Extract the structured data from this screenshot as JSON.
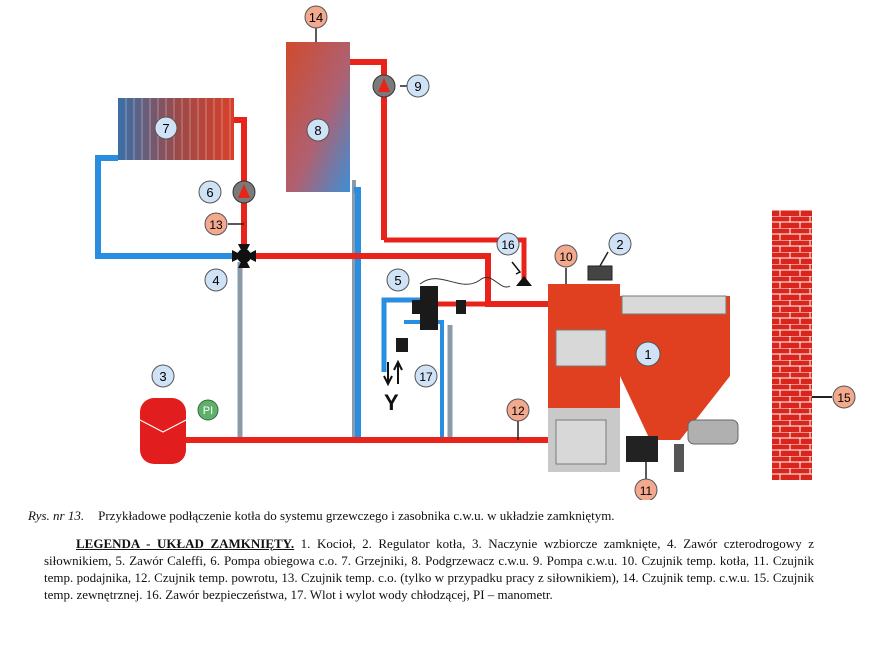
{
  "badges": {
    "b1": "1",
    "b2": "2",
    "b3": "3",
    "b4": "4",
    "b5": "5",
    "b6": "6",
    "b7": "7",
    "b8": "8",
    "b9": "9",
    "b10": "10",
    "b11": "11",
    "b12": "12",
    "b13": "13",
    "b14": "14",
    "b15": "15",
    "b16": "16",
    "b17": "17",
    "pi": "PI"
  },
  "outlet_symbol": "Y",
  "caption": {
    "lead": "Rys. nr 13.",
    "text": "Przykładowe podłączenie kotła do systemu grzewczego i zasobnika c.w.u. w układzie zamkniętym."
  },
  "legend": {
    "title": "LEGENDA - UKŁAD ZAMKNIĘTY.",
    "text": " 1. Kocioł,   2. Regulator kotła,   3. Naczynie wzbiorcze zamknięte,   4. Zawór czterodrogowy z siłownikiem,   5. Zawór Caleffi,   6. Pompa obiegowa c.o. 7. Grzejniki, 8. Podgrzewacz c.w.u. 9. Pompa c.w.u. 10. Czujnik temp. kotła, 11. Czujnik temp. podajnika, 12. Czujnik temp. powrotu, 13. Czujnik temp. c.o. (tylko w przypadku pracy z siłownikiem), 14. Czujnik temp. c.w.u.   15. Czujnik temp. zewnętrznej.   16. Zawór bezpieczeństwa,   17. Wlot i wylot wody chłodzącej, PI – manometr."
  },
  "colors": {
    "hot": "#e8231b",
    "cold": "#2a8ee0",
    "return_grey": "#8a9aa8",
    "badge_blue": "#cfe2f6",
    "badge_red": "#f2a98e",
    "badge_green": "#5fb06a",
    "boiler": "#e0401f",
    "wall": "#d9251b"
  }
}
